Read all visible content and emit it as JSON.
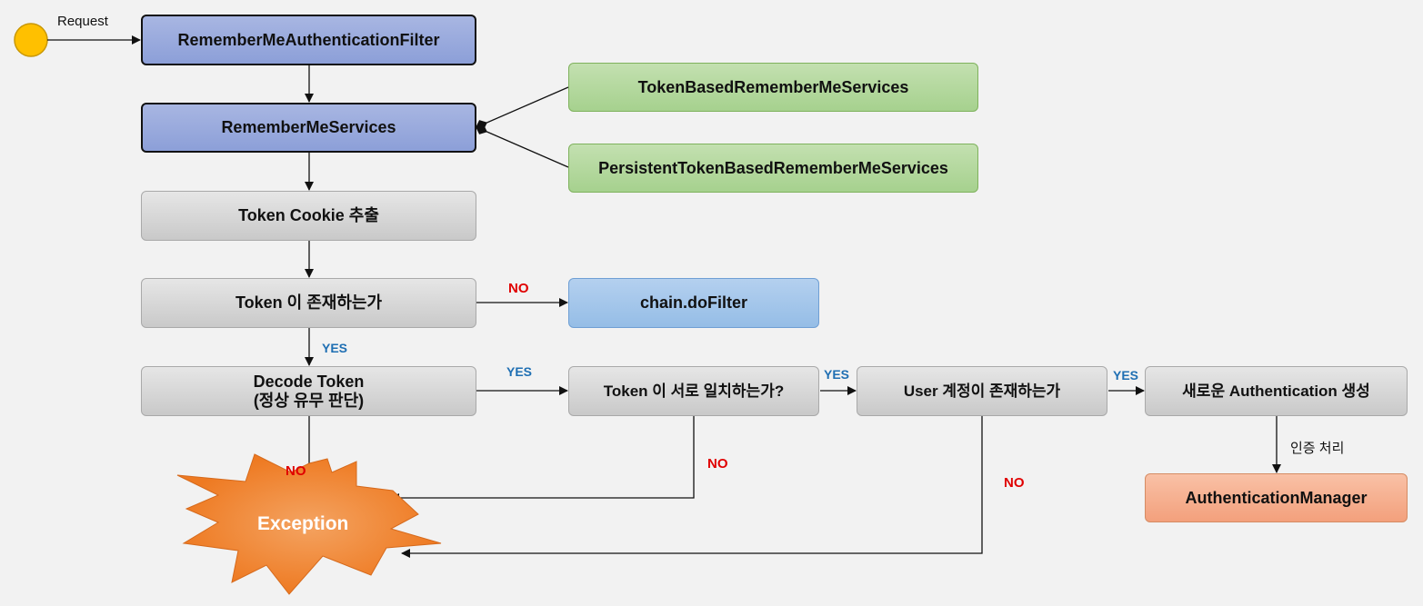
{
  "start": {
    "label": "Request"
  },
  "nodes": {
    "filter": "RememberMeAuthenticationFilter",
    "services": "RememberMeServices",
    "token_based": "TokenBasedRememberMeServices",
    "persistent": "PersistentTokenBasedRememberMeServices",
    "extract": "Token Cookie 추출",
    "exists": "Token 이 존재하는가",
    "chain": "chain.doFilter",
    "decode_line1": "Decode Token",
    "decode_line2": "(정상 유무 판단)",
    "match": "Token 이 서로 일치하는가?",
    "user": "User 계정이 존재하는가",
    "create": "새로운 Authentication 생성",
    "manager": "AuthenticationManager",
    "exception": "Exception"
  },
  "edge_labels": {
    "no_exists": "NO",
    "yes_exists": "YES",
    "yes_decode": "YES",
    "no_decode": "NO",
    "yes_match": "YES",
    "no_match": "NO",
    "yes_user": "YES",
    "no_user": "NO",
    "auth_process": "인증 처리"
  },
  "colors": {
    "start_circle": "#ffc000",
    "no": "#e00000",
    "yes": "#1f6fb3",
    "exception_star": "#f07a2a"
  }
}
